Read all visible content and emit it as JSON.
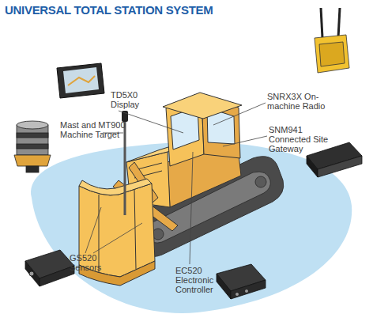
{
  "diagram": {
    "title": "UNIVERSAL TOTAL STATION SYSTEM",
    "labels": [
      "TD5X0 Display",
      "Mast and MT900 Machine Target",
      "SNRX3X On-machine Radio",
      "SNM941 Connected Site Gateway",
      "GS520 Sensors",
      "EC520 Electronic Controller"
    ]
  }
}
